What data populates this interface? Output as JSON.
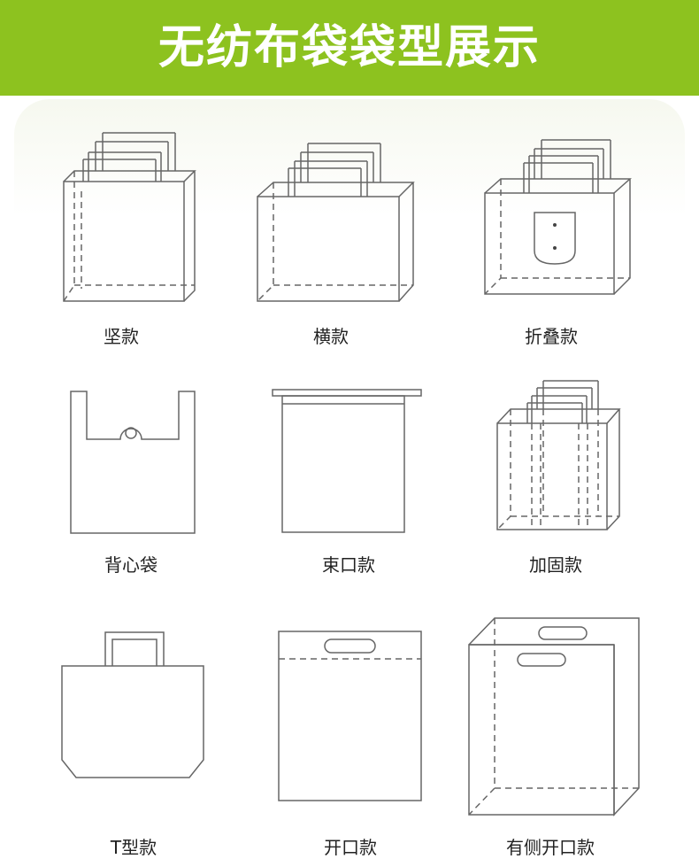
{
  "banner": {
    "title": "无纺布袋袋型展示",
    "color": "#8dc21f"
  },
  "bags": [
    {
      "label": "坚款"
    },
    {
      "label": "横款"
    },
    {
      "label": "折叠款"
    },
    {
      "label": "背心袋"
    },
    {
      "label": "束口款"
    },
    {
      "label": "加固款"
    },
    {
      "label": "T型款"
    },
    {
      "label": "开口款"
    },
    {
      "label": "有侧开口款"
    }
  ]
}
